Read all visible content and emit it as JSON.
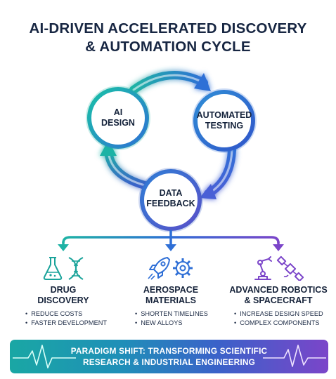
{
  "title": {
    "line1": "AI-DRIVEN ACCELERATED DISCOVERY",
    "line2": "& AUTOMATION CYCLE"
  },
  "cycle": {
    "nodes": [
      {
        "id": "ai-design",
        "line1": "AI",
        "line2": "DESIGN"
      },
      {
        "id": "automated-testing",
        "line1": "AUTOMATED",
        "line2": "TESTING"
      },
      {
        "id": "data-feedback",
        "line1": "DATA",
        "line2": "FEEDBACK"
      }
    ]
  },
  "applications": [
    {
      "title_line1": "DRUG",
      "title_line2": "DISCOVERY",
      "icons": [
        "flask-icon",
        "dna-icon"
      ],
      "bullets": [
        "REDUCE COSTS",
        "FASTER DEVELOPMENT"
      ]
    },
    {
      "title_line1": "AEROSPACE",
      "title_line2": "MATERIALS",
      "icons": [
        "rocket-icon",
        "gear-icon"
      ],
      "bullets": [
        "SHORTEN TIMELINES",
        "NEW ALLOYS"
      ]
    },
    {
      "title_line1": "ADVANCED ROBOTICS",
      "title_line2": "& SPACECRAFT",
      "icons": [
        "robot-arm-icon",
        "satellite-icon"
      ],
      "bullets": [
        "INCREASE DESIGN SPEED",
        "COMPLEX COMPONENTS"
      ]
    }
  ],
  "banner": {
    "line1": "PARADIGM SHIFT: TRANSFORMING SCIENTIFIC",
    "line2": "RESEARCH & INDUSTRIAL ENGINEERING"
  },
  "colors": {
    "teal": "#1fb3a5",
    "blue": "#2f6fd6",
    "purple": "#7b45c9",
    "navy": "#172642"
  }
}
